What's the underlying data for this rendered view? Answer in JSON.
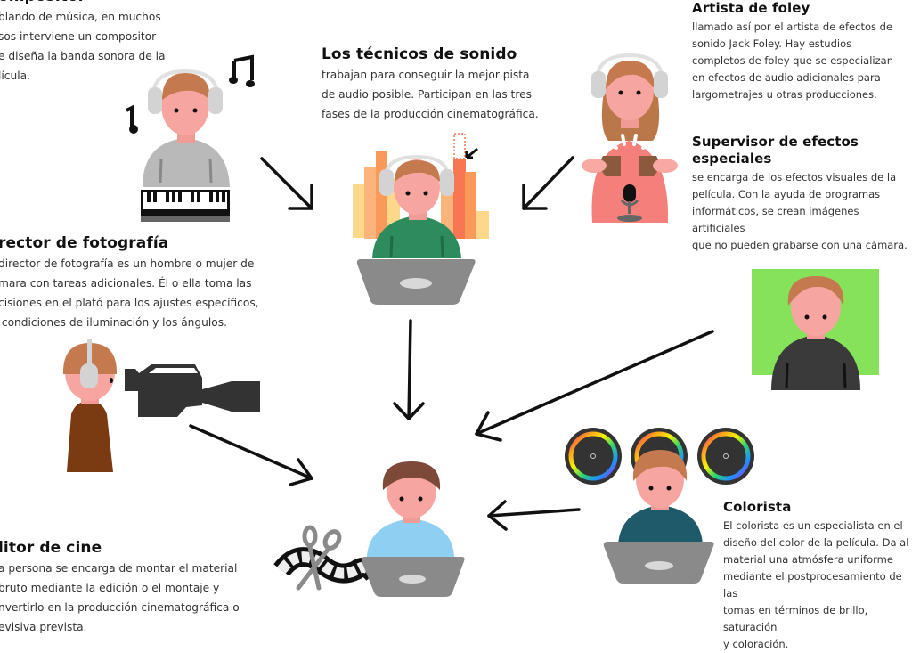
{
  "roles": {
    "composer": {
      "title": "ompositor",
      "lines": [
        "blando de música, en muchos",
        "sos interviene un compositor",
        "e diseña la banda sonora de la",
        "lícula."
      ]
    },
    "sound_technicians": {
      "title": "Los técnicos de sonido",
      "lines": [
        "trabajan para conseguir la mejor pista",
        "de audio posible. Participan en las tres",
        "fases de la producción cinematográfica."
      ]
    },
    "foley_artist": {
      "title": "Artista de foley",
      "lines": [
        "llamado así por el artista de efectos de",
        "sonido Jack Foley. Hay estudios",
        "completos de foley que se especializan",
        "en efectos de audio adicionales para",
        "largometrajes u otras producciones."
      ]
    },
    "vfx_supervisor": {
      "title": "Supervisor de efectos especiales",
      "lines": [
        "se encarga de los efectos visuales de la",
        "película. Con la ayuda de programas",
        "informáticos, se crean imágenes artificiales",
        "que no pueden grabarse con una cámara."
      ]
    },
    "cinematographer": {
      "title": "rector de fotografía",
      "lines": [
        "director de fotografía es un hombre o mujer de",
        "mara con tareas adicionales. Él o ella toma las",
        "cisiones en el plató para los ajustes específicos,",
        " condiciones de iluminación y los ángulos."
      ]
    },
    "film_editor": {
      "title": "litor de cine",
      "lines": [
        "a persona se encarga de montar el material",
        "bruto mediante la edición o el montaje y",
        "nvertirlo en la producción cinematográfica o",
        "evisiva prevista."
      ]
    },
    "colorist": {
      "title": "Colorista",
      "lines": [
        "El colorista es un especialista en el",
        "diseño del color de la película. Da al",
        "material una atmósfera uniforme",
        "mediante el postprocesamiento de las",
        "tomas en términos de brillo, saturación",
        "y coloración."
      ]
    }
  },
  "colors": {
    "skin": "#f6a5a0",
    "hair": "#c47a4e",
    "headphones": "#d3d3d3",
    "laptop": "#8a8a8a",
    "green_screen": "#86e25a",
    "arrow": "#111111"
  }
}
